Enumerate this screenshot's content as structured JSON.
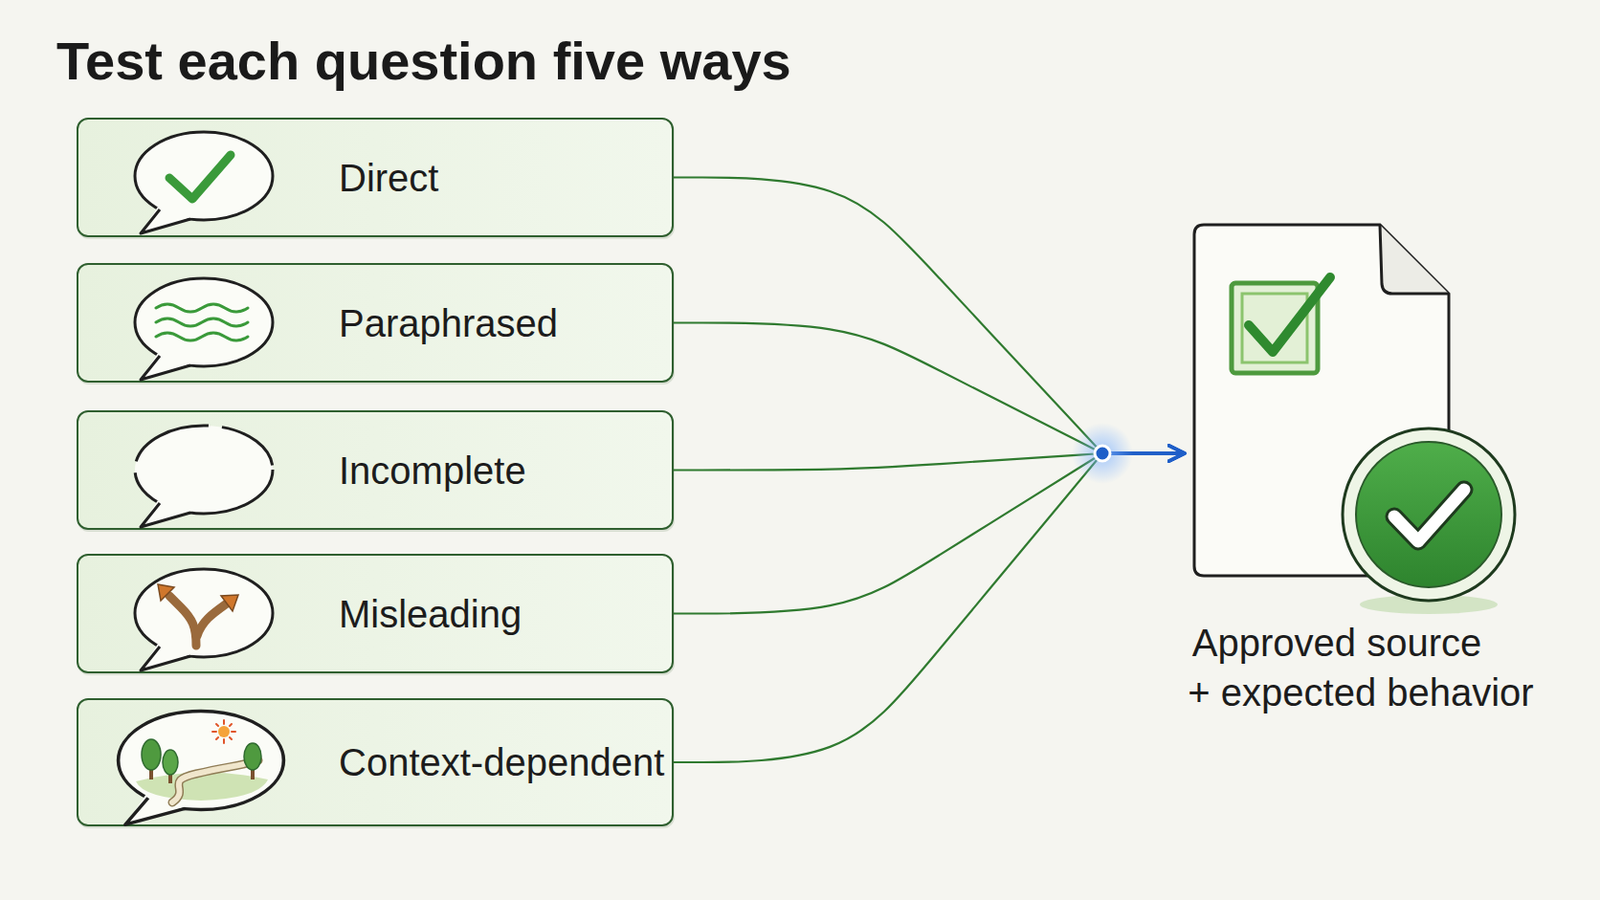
{
  "diagram": {
    "title": "Test each question five ways",
    "nodes": [
      {
        "text": [
          "Direct"
        ]
      },
      {
        "text": [
          "Paraphrased"
        ]
      },
      {
        "text": [
          "Incomplete"
        ]
      },
      {
        "text": [
          "Misleading"
        ]
      },
      {
        "text": [
          "Context-dependent"
        ]
      },
      {
        "text": [
          "Approved source + expected behavior"
        ]
      }
    ],
    "edges": [
      {
        "from": 0,
        "to": 5,
        "arrow": "to"
      },
      {
        "from": 1,
        "to": 5,
        "arrow": "to"
      },
      {
        "from": 2,
        "to": 5,
        "arrow": "to"
      },
      {
        "from": 3,
        "to": 5,
        "arrow": "to"
      },
      {
        "from": 4,
        "to": 5,
        "arrow": "to"
      }
    ]
  }
}
